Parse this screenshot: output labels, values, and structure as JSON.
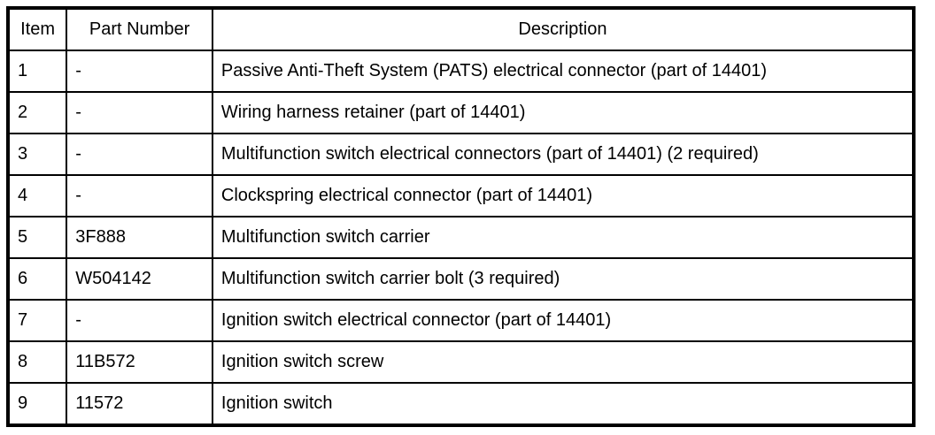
{
  "table": {
    "name": "parts-list-table",
    "columns": [
      {
        "key": "item",
        "label": "Item"
      },
      {
        "key": "part_number",
        "label": "Part Number"
      },
      {
        "key": "description",
        "label": "Description"
      }
    ],
    "rows": [
      {
        "item": "1",
        "part_number": "-",
        "description": "Passive Anti-Theft System (PATS) electrical connector (part of 14401)"
      },
      {
        "item": "2",
        "part_number": "-",
        "description": "Wiring harness retainer (part of 14401)"
      },
      {
        "item": "3",
        "part_number": "-",
        "description": "Multifunction switch electrical connectors (part of 14401) (2 required)"
      },
      {
        "item": "4",
        "part_number": "-",
        "description": "Clockspring electrical connector (part of 14401)"
      },
      {
        "item": "5",
        "part_number": "3F888",
        "description": "Multifunction switch carrier"
      },
      {
        "item": "6",
        "part_number": "W504142",
        "description": "Multifunction switch carrier bolt (3 required)"
      },
      {
        "item": "7",
        "part_number": "-",
        "description": "Ignition switch electrical connector (part of 14401)"
      },
      {
        "item": "8",
        "part_number": "11B572",
        "description": "Ignition switch screw"
      },
      {
        "item": "9",
        "part_number": "11572",
        "description": "Ignition switch"
      }
    ]
  },
  "style": {
    "border_color": "#000000",
    "text_color": "#000000",
    "background_color": "#ffffff"
  }
}
